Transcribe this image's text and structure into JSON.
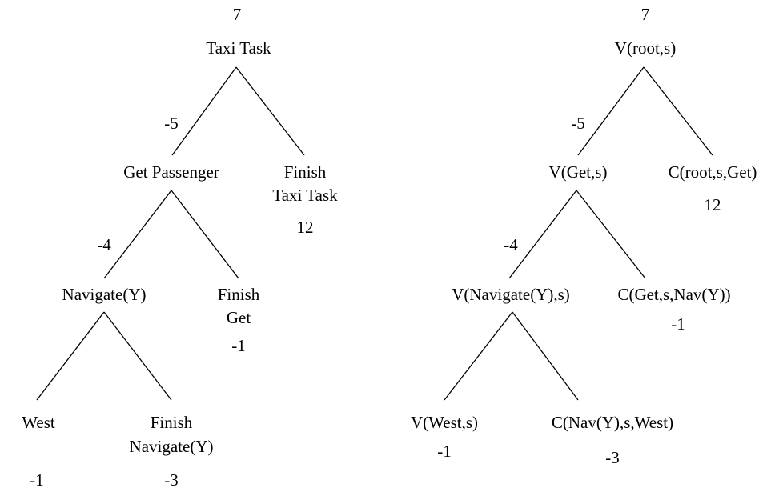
{
  "left_tree": {
    "root_value": "7",
    "root_label": "Taxi Task",
    "edge_root_get": "-5",
    "get_label": "Get Passenger",
    "finish_taxi_line1": "Finish",
    "finish_taxi_line2": "Taxi Task",
    "finish_taxi_value": "12",
    "edge_get_nav": "-4",
    "nav_label": "Navigate(Y)",
    "finish_get_line1": "Finish",
    "finish_get_line2": "Get",
    "finish_get_value": "-1",
    "west_label": "West",
    "west_value": "-1",
    "finish_nav_line1": "Finish",
    "finish_nav_line2": "Navigate(Y)",
    "finish_nav_value": "-3"
  },
  "right_tree": {
    "root_value": "7",
    "root_label": "V(root,s)",
    "edge_root_get": "-5",
    "get_label": "V(Get,s)",
    "c_root_label": "C(root,s,Get)",
    "c_root_value": "12",
    "edge_get_nav": "-4",
    "nav_label": "V(Navigate(Y),s)",
    "c_get_label": "C(Get,s,Nav(Y))",
    "c_get_value": "-1",
    "west_label": "V(West,s)",
    "west_value": "-1",
    "c_nav_label": "C(Nav(Y),s,West)",
    "c_nav_value": "-3"
  }
}
